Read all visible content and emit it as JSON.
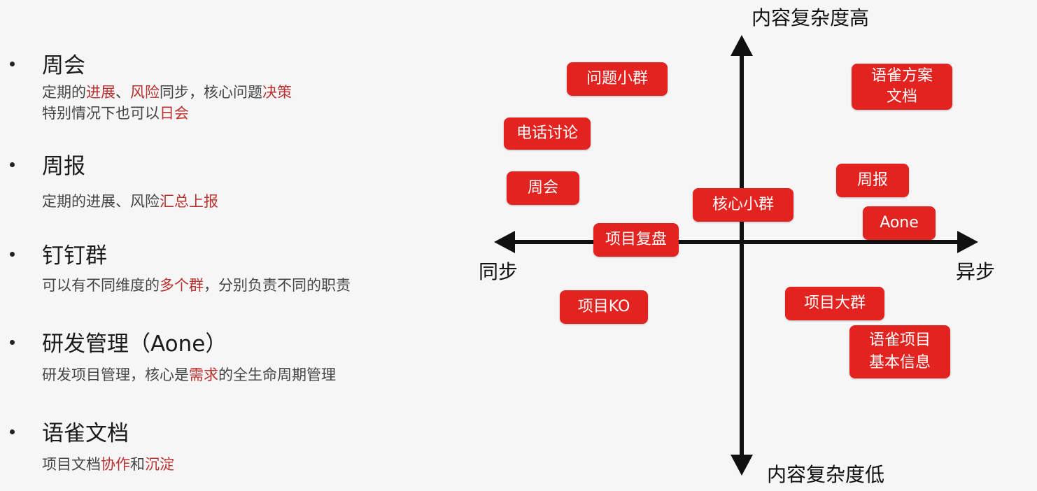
{
  "left_list": [
    {
      "title": "周会",
      "lines": [
        [
          {
            "t": "定期的",
            "h": false
          },
          {
            "t": "进展",
            "h": true
          },
          {
            "t": "、",
            "h": false
          },
          {
            "t": "风险",
            "h": true
          },
          {
            "t": "同步，核心问题",
            "h": false
          },
          {
            "t": "决策",
            "h": true
          }
        ],
        [
          {
            "t": "特别情况下也可以",
            "h": false
          },
          {
            "t": "日会",
            "h": true
          }
        ]
      ]
    },
    {
      "title": "周报",
      "lines": [
        [
          {
            "t": "定期的进展、风险",
            "h": false
          },
          {
            "t": "汇总上报",
            "h": true
          }
        ]
      ]
    },
    {
      "title": "钉钉群",
      "lines": [
        [
          {
            "t": "可以有不同维度的",
            "h": false
          },
          {
            "t": "多个群",
            "h": true
          },
          {
            "t": "，分别负责不同的职责",
            "h": false
          }
        ]
      ]
    },
    {
      "title": "研发管理（Aone）",
      "lines": [
        [
          {
            "t": "研发项目管理，核心是",
            "h": false
          },
          {
            "t": "需求",
            "h": true
          },
          {
            "t": "的全生命周期管理",
            "h": false
          }
        ]
      ]
    },
    {
      "title": "语雀文档",
      "lines": [
        [
          {
            "t": "项目文档",
            "h": false
          },
          {
            "t": "协作",
            "h": true
          },
          {
            "t": "和",
            "h": false
          },
          {
            "t": "沉淀",
            "h": true
          }
        ]
      ]
    }
  ],
  "axes": {
    "top": "内容复杂度高",
    "bottom": "内容复杂度低",
    "left": "同步",
    "right": "异步"
  },
  "nodes": {
    "wenti": [
      "问题小群"
    ],
    "dianhua": [
      "电话讨论"
    ],
    "zhouhui": [
      "周会"
    ],
    "xiangmu_fupan": [
      "项目复盘"
    ],
    "xiangmu_ko": [
      "项目KO"
    ],
    "hexin": [
      "核心小群"
    ],
    "yuque_fangan": [
      "语雀方案",
      "文档"
    ],
    "zhoubao": [
      "周报"
    ],
    "aone": [
      "Aone"
    ],
    "daqun": [
      "项目大群"
    ],
    "yuque_xinxi": [
      "语雀项目",
      "基本信息"
    ]
  },
  "colors": {
    "node_fill": "#e2231f",
    "highlight_text": "#b8312f",
    "axis": "#111111"
  }
}
